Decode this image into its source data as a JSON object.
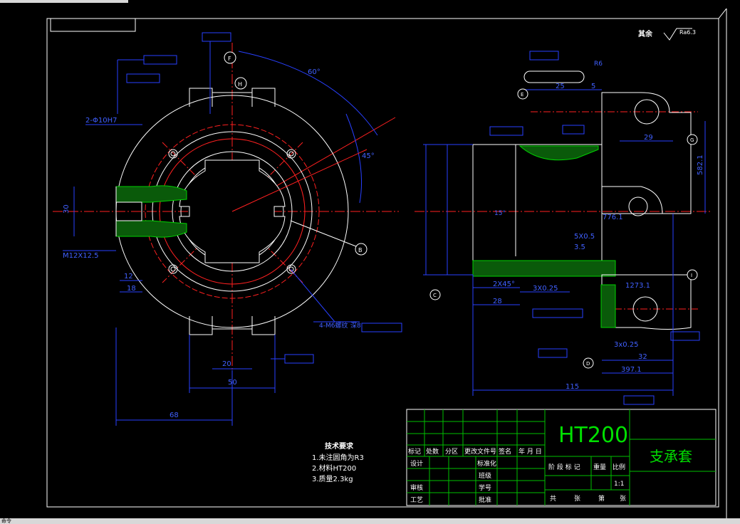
{
  "roughness": {
    "label": "其余",
    "value": "Ra6.3"
  },
  "left_view": {
    "dims": {
      "hole_count": "2-Φ10H7",
      "thread": "M12X12.5",
      "width_30": "30",
      "d12": "12",
      "d18": "18",
      "d68": "68",
      "d50": "50",
      "d20": "20",
      "angle60": "60°",
      "angle45": "45°",
      "bolt_holes": "4-M6螺纹",
      "depth": "深8"
    },
    "balloons": {
      "f": "F",
      "h": "H",
      "b": "B"
    }
  },
  "right_view": {
    "dims": {
      "r6": "R6",
      "d5": "5",
      "d25": "25",
      "d29": "29",
      "d582": "582.1",
      "d5x05": "5X0.5",
      "d35": "3.5",
      "d2x45": "2X45°",
      "d3x025": "3X0.25",
      "d28": "28",
      "d3x025b": "3x0.25",
      "d32": "32",
      "d397": "397.1",
      "d115": "115",
      "d776": "776.1",
      "d1273": "1273.1",
      "d15": "15°"
    },
    "balloons": {
      "e": "E",
      "c": "C",
      "g": "G",
      "i": "I",
      "d": "D"
    }
  },
  "tech_req": {
    "title": "技术要求",
    "items": [
      "1.未注圆角为R3",
      "2.材料HT200",
      "3.质量2.3kg"
    ]
  },
  "title_block": {
    "material": "HT200",
    "part_name": "支承套",
    "scale": "1:1",
    "revision_headers": [
      "标记",
      "处数",
      "分区",
      "更改文件号",
      "签名",
      "年 月 日"
    ],
    "rows": [
      "设计",
      "标准化",
      "审核",
      "工艺",
      "批准"
    ],
    "cells": {
      "class": "班级",
      "student_no": "学号",
      "stage": "阶 段 标 记",
      "weight": "重量",
      "ratio": "比例",
      "total": "共",
      "sheets": "张",
      "no": "第",
      "sheets2": "张"
    }
  },
  "status": {
    "text": "命令"
  },
  "colors": {
    "outline": "#ffffff",
    "dimension": "#2840ff",
    "center": "#ff2020",
    "hatch": "#00d000",
    "titleblock": "#00c000"
  }
}
